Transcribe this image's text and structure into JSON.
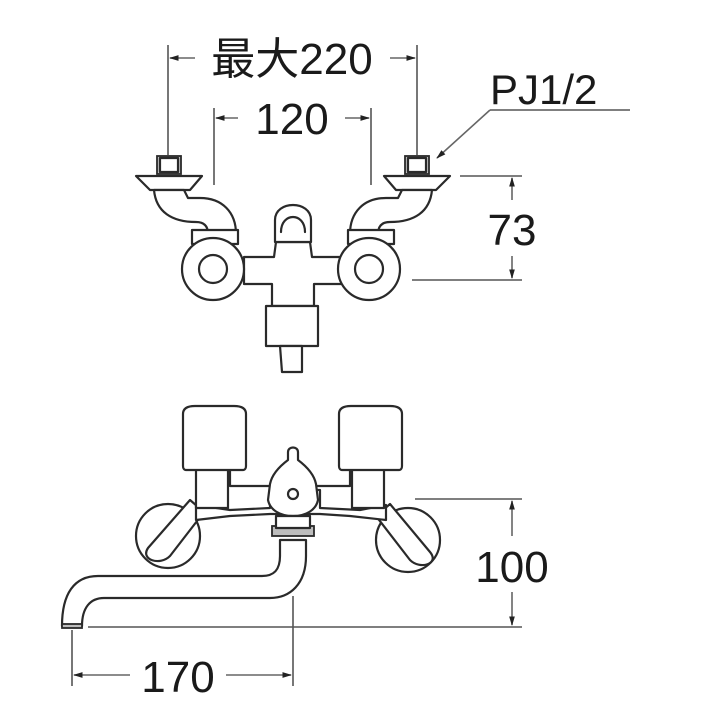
{
  "drawing": {
    "title": "Wall-mounted two-handle mixing faucet dimension drawing",
    "top_view": {
      "dim_max_spacing": "最大220",
      "dim_min_spacing": "120",
      "dim_height": "73",
      "thread_label": "PJ1/2"
    },
    "front_view": {
      "dim_spout_height": "100",
      "dim_spout_reach": "170"
    }
  },
  "colors": {
    "line": "#2a2a2a",
    "dimension": "#666666",
    "fill_gray": "#bdbdbd",
    "background": "#ffffff"
  }
}
